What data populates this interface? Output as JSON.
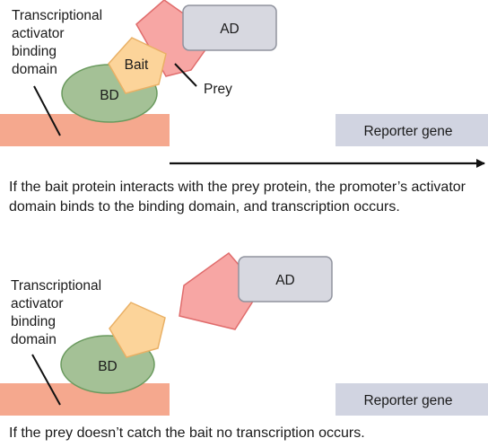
{
  "colors": {
    "dna": "#f5a88e",
    "bd_fill": "#a4c196",
    "bd_stroke": "#6a9a5e",
    "bait_fill": "#fcd49a",
    "bait_stroke": "#e9b065",
    "prey_fill": "#f7a6a4",
    "prey_stroke": "#e06c6c",
    "ad_fill": "#d7d8e0",
    "ad_stroke": "#90939e",
    "reporter_fill": "#d1d4e1"
  },
  "top": {
    "label_line1": "Transcriptional",
    "label_line2": "activator",
    "label_line3": "binding",
    "label_line4": "domain",
    "bd": "BD",
    "bait": "Bait",
    "ad": "AD",
    "prey": "Prey",
    "reporter": "Reporter gene",
    "caption": "If the bait protein interacts with the prey protein, the promoter’s activator domain binds to the binding domain, and transcription occurs."
  },
  "bottom": {
    "label_line1": "Transcriptional",
    "label_line2": "activator",
    "label_line3": "binding",
    "label_line4": "domain",
    "bd": "BD",
    "ad": "AD",
    "reporter": "Reporter gene",
    "caption": "If the prey doesn’t catch the bait no transcription occurs."
  }
}
